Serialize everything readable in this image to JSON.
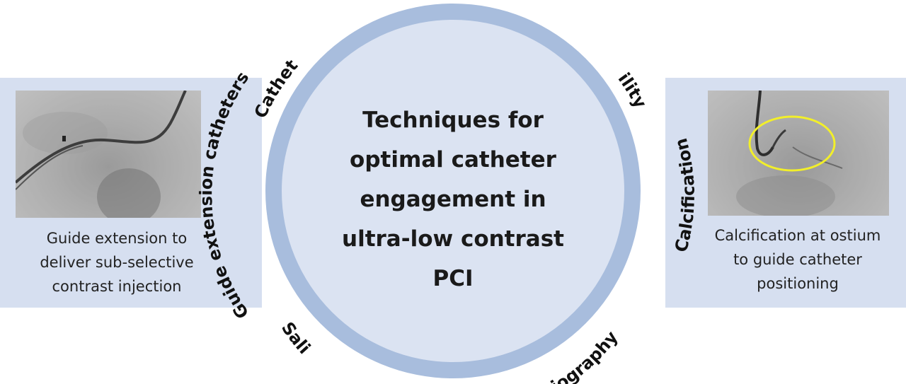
{
  "center_title_lines": [
    "Techniques for",
    "optimal catheter",
    "engagement in",
    "ultra-low contrast",
    "PCI"
  ],
  "ring_labels": {
    "guide_extension": "Guide extension catheters",
    "calcification": "Calcification",
    "top_left_fragment": "Cathet",
    "top_right_fragment": "ility",
    "bottom_left_fragment": "Sali",
    "bottom_right_fragment": "iography"
  },
  "left_panel": {
    "caption_lines": [
      "Guide extension to",
      "deliver sub-selective",
      "contrast injection"
    ]
  },
  "right_panel": {
    "caption_lines": [
      "Calcification at ostium",
      "to guide catheter",
      "positioning"
    ]
  },
  "colors": {
    "ring": "#a8bddd",
    "inner_circle": "#dbe3f2",
    "panel": "#d6dff0",
    "highlight_ellipse": "#f2ef2a"
  }
}
